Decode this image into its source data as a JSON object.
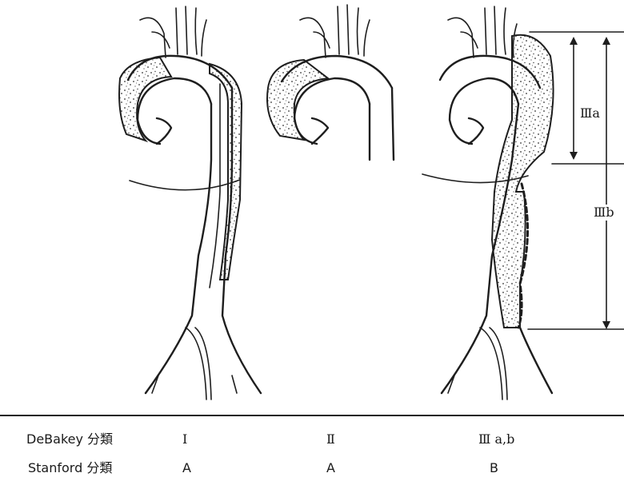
{
  "diagram": {
    "range_labels": {
      "upper": "Ⅲa",
      "lower": "Ⅲb"
    }
  },
  "classification": {
    "rows": [
      {
        "name": "DeBakey 分類",
        "values": [
          "Ⅰ",
          "Ⅱ",
          "Ⅲ a,b"
        ]
      },
      {
        "name": "Stanford 分類",
        "values": [
          "A",
          "A",
          "B"
        ]
      }
    ]
  }
}
